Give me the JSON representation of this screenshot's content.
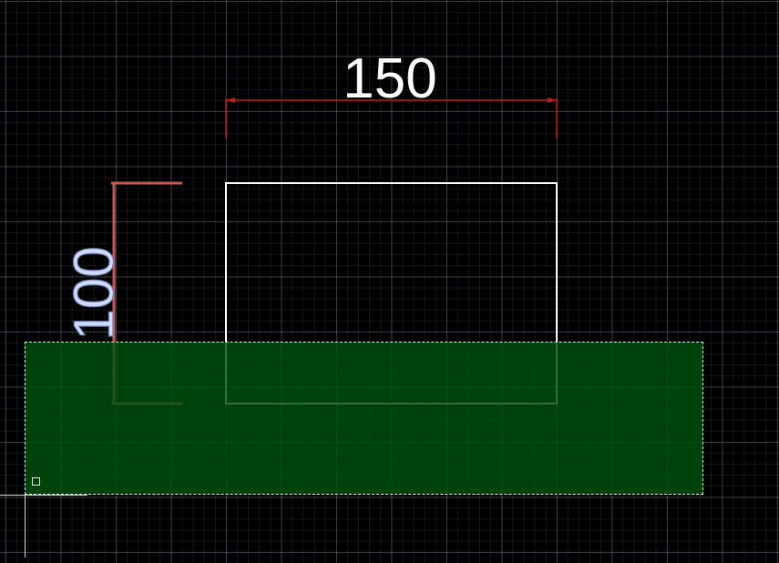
{
  "drawing": {
    "dimensions": {
      "horizontal": {
        "text": "150",
        "color": "#ff2a2a"
      },
      "vertical": {
        "text": "100",
        "color": "#ff6a6a",
        "text_color": "#cfdcff"
      }
    },
    "rectangle": {
      "stroke": "#ffffff"
    }
  },
  "selection": {
    "type": "crossing-window",
    "fill_color": "#00500f",
    "border_color": "#e8e8e8"
  },
  "grid": {
    "visible": true,
    "line_color": "#8c96af"
  }
}
